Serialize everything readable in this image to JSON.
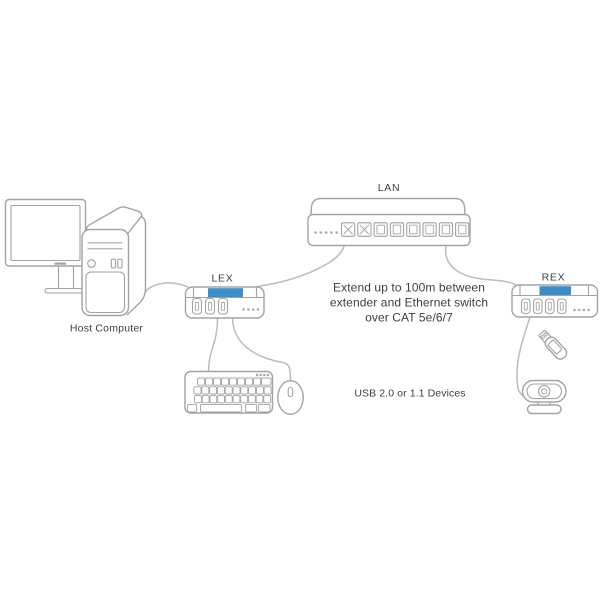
{
  "colors": {
    "accent": "#3A8ECA",
    "outline": "#A3A3A3",
    "cable": "#BCBCBC",
    "dot": "#A8A8A8",
    "text": "#3E3E3E"
  },
  "labels": {
    "host_computer": "Host Computer",
    "lex": "LEX",
    "lan": "LAN",
    "rex": "REX",
    "usb_devices": "USB 2.0 or 1.1 Devices"
  },
  "annotation": {
    "line1": "Extend up to 100m between",
    "line2": "extender and Ethernet switch",
    "line3": "over CAT 5e/6/7"
  }
}
